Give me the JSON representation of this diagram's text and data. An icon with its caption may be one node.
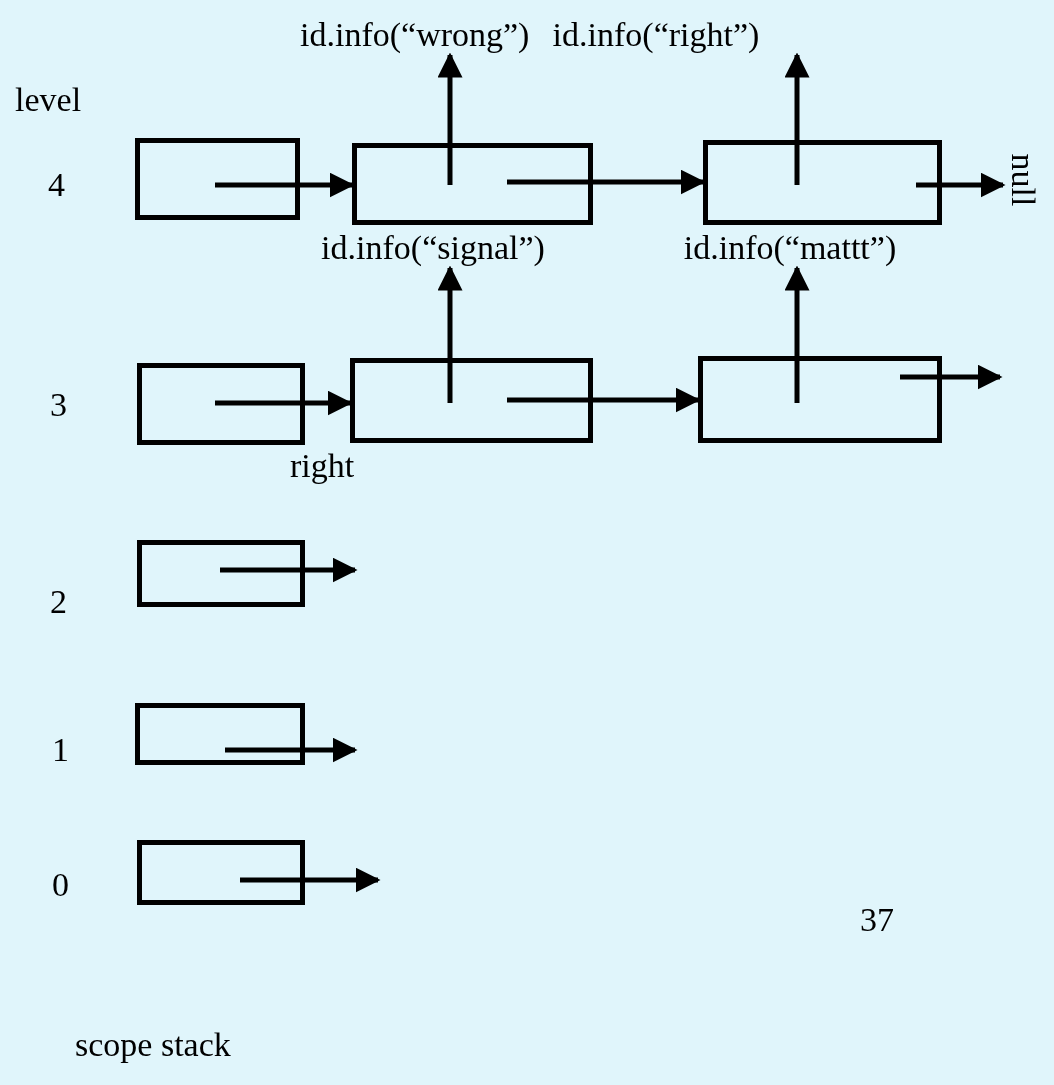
{
  "diagram": {
    "nodes": [
      {
        "text": [
          "id.info(“wrong”)"
        ]
      },
      {
        "text": [
          "id.info(“right”)"
        ]
      },
      {
        "text": [
          "null"
        ]
      },
      {
        "text": [],
        "shape": "box"
      },
      {
        "text": [],
        "shape": "box"
      },
      {
        "text": [],
        "shape": "box"
      },
      {
        "text": [
          "id.info(“signal”)"
        ]
      },
      {
        "text": [
          "id.info(“mattt”)"
        ]
      },
      {
        "text": [],
        "shape": "box"
      },
      {
        "text": [],
        "shape": "box"
      },
      {
        "text": [],
        "shape": "box"
      },
      {
        "text": [],
        "shape": "box"
      },
      {
        "text": [],
        "shape": "box"
      },
      {
        "text": [],
        "shape": "box"
      }
    ],
    "edges": [
      {
        "from": 3,
        "to": 4,
        "arrow": "to"
      },
      {
        "from": 4,
        "to": 0,
        "arrow": "to"
      },
      {
        "from": 4,
        "to": 5,
        "arrow": "to"
      },
      {
        "from": 5,
        "to": 1,
        "arrow": "to"
      },
      {
        "from": 5,
        "to": 2,
        "arrow": "to"
      },
      {
        "from": 8,
        "to": 9,
        "arrow": "to"
      },
      {
        "from": 9,
        "to": 6,
        "arrow": "to"
      },
      {
        "from": 9,
        "to": 10,
        "arrow": "to"
      },
      {
        "from": 10,
        "to": 7,
        "arrow": "to"
      },
      {
        "from": 10,
        "to": null,
        "arrow": "to"
      },
      {
        "from": 11,
        "to": null,
        "arrow": "to"
      },
      {
        "from": 12,
        "to": null,
        "arrow": "to"
      },
      {
        "from": 13,
        "to": null,
        "arrow": "to"
      }
    ],
    "labels": [
      "level",
      "4",
      "3",
      "2",
      "1",
      "0",
      "right",
      "37",
      "scope stack"
    ]
  }
}
